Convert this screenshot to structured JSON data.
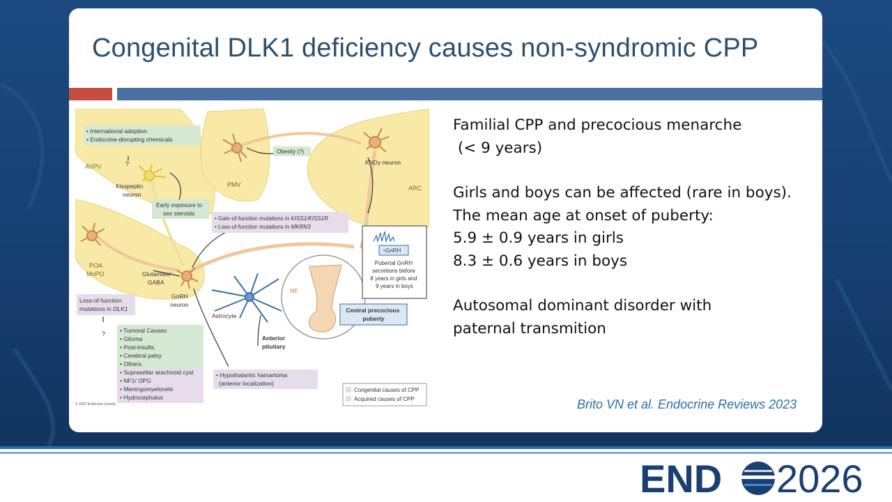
{
  "slide": {
    "title": "Congenital DLK1 deficiency causes non-syndromic CPP",
    "citation": "Brito VN et al. Endocrine Reviews 2023",
    "bullets": [
      "Familial CPP and precocious menarche",
      " (< 9 years)",
      "Girls and boys can be affected (rare in boys).",
      "The mean age at onset of puberty:",
      "5.9 ± 0.9 years in girls",
      "8.3 ± 0.6 years in boys",
      "Autosomal dominant disorder with",
      "paternal transmition"
    ]
  },
  "figure": {
    "regions": {
      "avpv": "AVPV",
      "pmv": "PMV",
      "arc": "ARC",
      "poa": "POA",
      "mnpo": "MnPO",
      "me": "ME"
    },
    "neurons": {
      "kisspeptin": [
        "Kisspeptin",
        "neuron"
      ],
      "gnrh": [
        "GnRH",
        "neuron"
      ],
      "kndy": "KNDy neuron",
      "astrocyte": "Astrocyte",
      "glutamate": [
        "Glutamate/",
        "GABA"
      ],
      "anterior_pituitary": [
        "Anterior",
        "pituitary"
      ]
    },
    "boxes": {
      "adoption": [
        "• International adoption",
        "• Endocrine-disrupting chemicals"
      ],
      "obesity": "Obesity (?)",
      "early_exposure": [
        "Early exposure to",
        "sex steroids"
      ],
      "mutations": [
        "• Gain-of-function mutations in ",
        "KISS1/KISS1R",
        "• Loss-of-function mutations in ",
        "MKRN3"
      ],
      "lof_dlk1": [
        "Loss-of-function",
        "mutations in ",
        "DLK1"
      ],
      "question1": "?",
      "question2": "?",
      "tumoral": [
        "• Tumoral Causes",
        "• Glioma",
        "• Post-insults",
        "• Cerebral palsy",
        "• Others"
      ],
      "other_causes": [
        "• Suprasellar arachnoid cyst",
        "• NF1/ OPG",
        "• Meningomyelocele",
        "• Hydrocephalus"
      ],
      "hamartoma": [
        "• Hypothalamic hamartoma",
        "(anterior localization)"
      ],
      "gnrh_up": "↑GnRH",
      "pubertal": [
        "Pubertal GnRH",
        "secretions before",
        "8 years in girls and",
        "9 years in boys"
      ],
      "cpp": [
        "Central precocious",
        "puberty"
      ],
      "legend": [
        "Congenital causes of CPP",
        "Acquired causes of CPP"
      ],
      "copyright": "© 2022 Endocrine Society"
    },
    "colors": {
      "region_fill": "#f8e9a6",
      "green_box": "#d5e8d4",
      "lilac_box": "#e6dcea",
      "neuron_orange": "#c8884a",
      "neuron_yellow": "#e0c040",
      "astrocyte_blue": "#3a6ea8"
    }
  },
  "footer": {
    "logo_left": "END",
    "logo_right": "2026"
  }
}
